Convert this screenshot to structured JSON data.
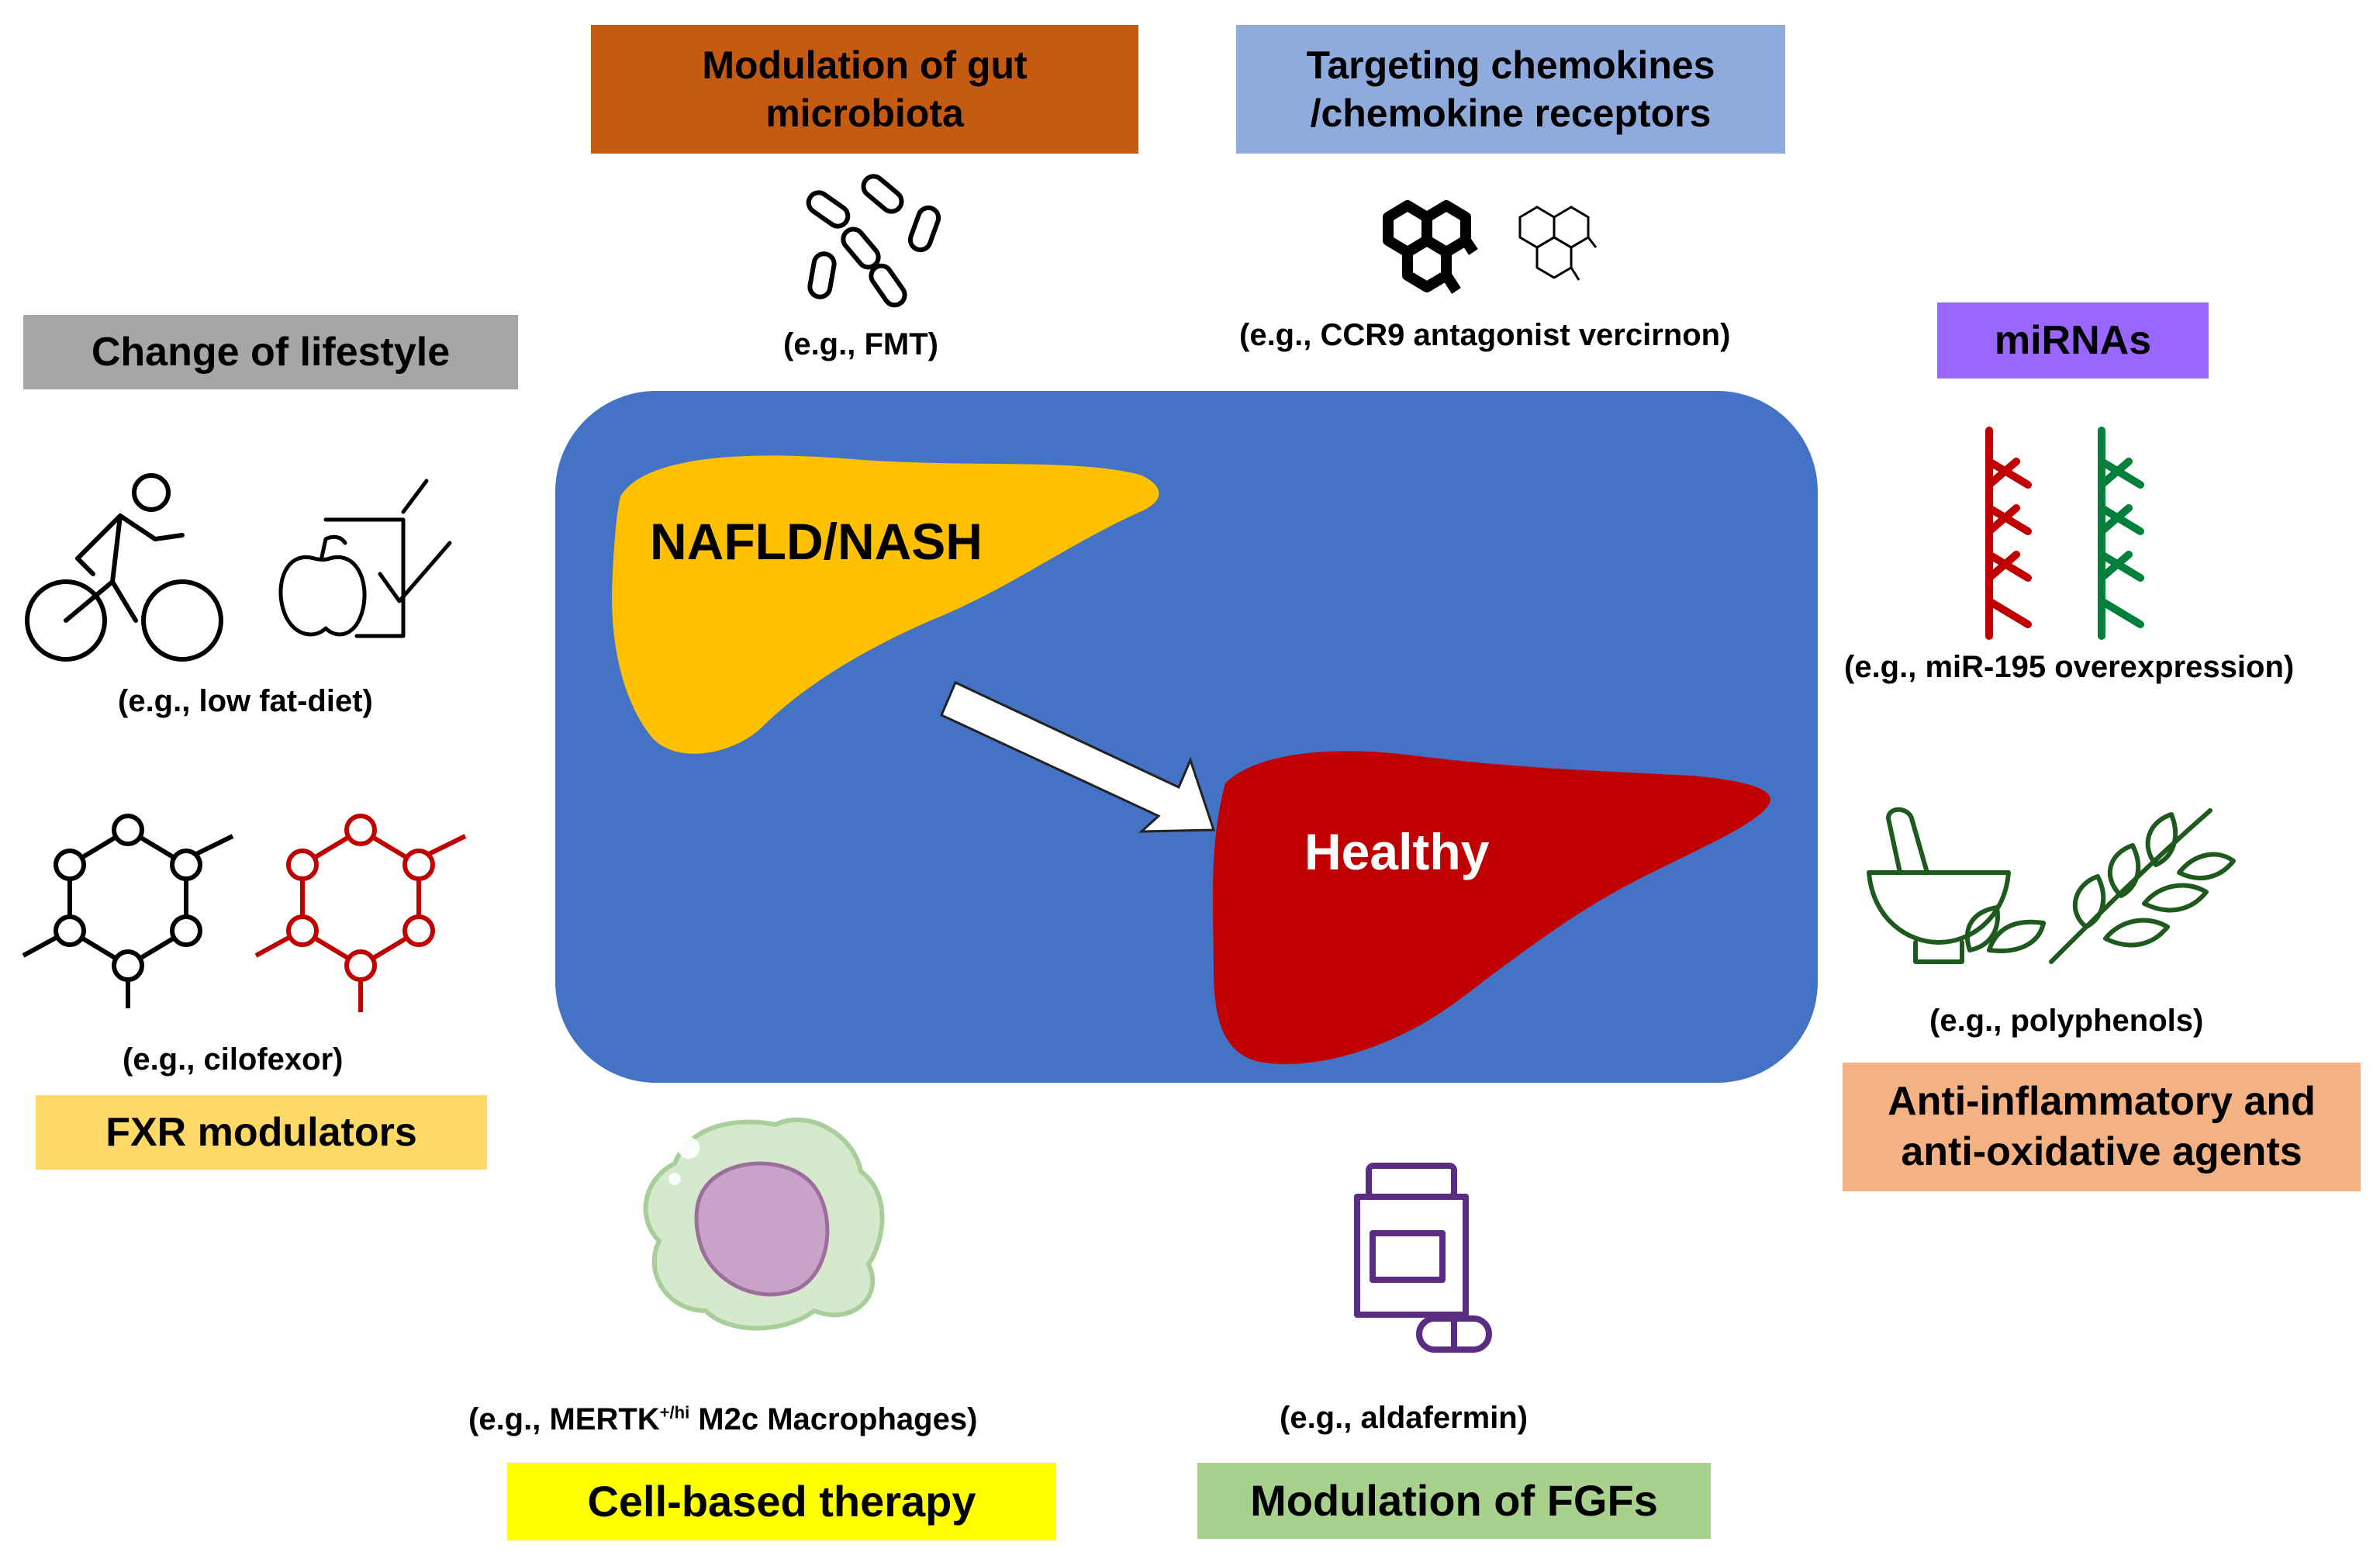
{
  "center": {
    "disease_label": "NAFLD/NASH",
    "healthy_label": "Healthy"
  },
  "gut": {
    "title": "Modulation of gut microbiota",
    "example": "(e.g., FMT)"
  },
  "chemokines": {
    "title": "Targeting chemokines /chemokine receptors",
    "example": "(e.g., CCR9 antagonist vercirnon)"
  },
  "lifestyle": {
    "title": "Change of lifestyle",
    "example": "(e.g., low fat-diet)"
  },
  "fxr": {
    "title": "FXR modulators",
    "example": "(e.g., cilofexor)"
  },
  "mirna": {
    "title": "miRNAs",
    "example": "(e.g., miR-195 overexpression)"
  },
  "antiox": {
    "title_line1": "Anti-inflammatory and",
    "title_line2": "anti-oxidative agents",
    "example": "(e.g., polyphenols)"
  },
  "cell": {
    "title": "Cell-based therapy",
    "example_pre": "(e.g., MERTK",
    "example_sup": "+/hi",
    "example_post": " M2c Macrophages)"
  },
  "fgf": {
    "title": "Modulation of FGFs",
    "example": "(e.g., aldafermin)"
  },
  "colors": {
    "center_bg": "#4472c4",
    "liver_disease": "#ffc000",
    "liver_healthy": "#c00000",
    "gut_box": "#c55a11",
    "chemokine_box": "#8faadc",
    "lifestyle_box": "#a6a6a6",
    "fxr_box": "#ffd966",
    "mirna_box": "#9966ff",
    "antiox_box": "#f4b183",
    "cell_box": "#ffff00",
    "fgf_box": "#a9d18e"
  }
}
